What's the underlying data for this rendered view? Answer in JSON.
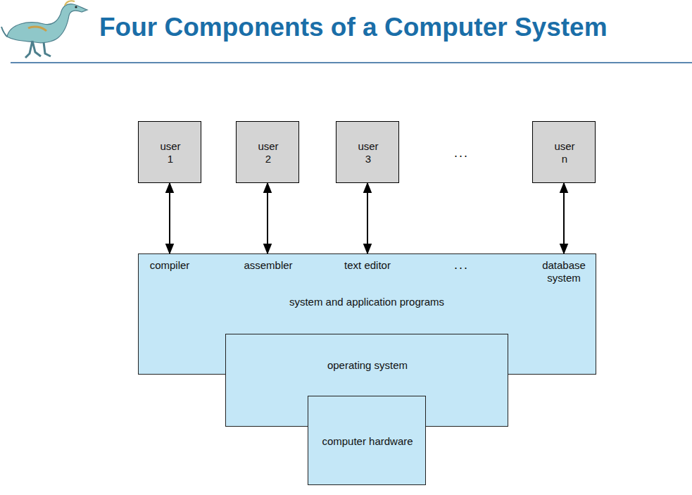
{
  "diagram": {
    "title": "Four Components of a Computer System",
    "nodes": [
      {
        "text": [
          "user 1"
        ]
      },
      {
        "text": [
          "user 2"
        ]
      },
      {
        "text": [
          "user 3"
        ]
      },
      {
        "text": [
          "user n"
        ]
      },
      {
        "text": [
          "compiler",
          "assembler",
          "text editor",
          "database system",
          "system and application programs"
        ]
      },
      {
        "text": [
          "operating system"
        ]
      },
      {
        "text": [
          "computer hardware"
        ]
      }
    ],
    "edges": [
      {
        "from": 0,
        "to": 4,
        "arrow": "both"
      },
      {
        "from": 1,
        "to": 4,
        "arrow": "both"
      },
      {
        "from": 2,
        "to": 4,
        "arrow": "both"
      },
      {
        "from": 3,
        "to": 4,
        "arrow": "both"
      }
    ],
    "labels": [
      "...",
      "..."
    ]
  }
}
